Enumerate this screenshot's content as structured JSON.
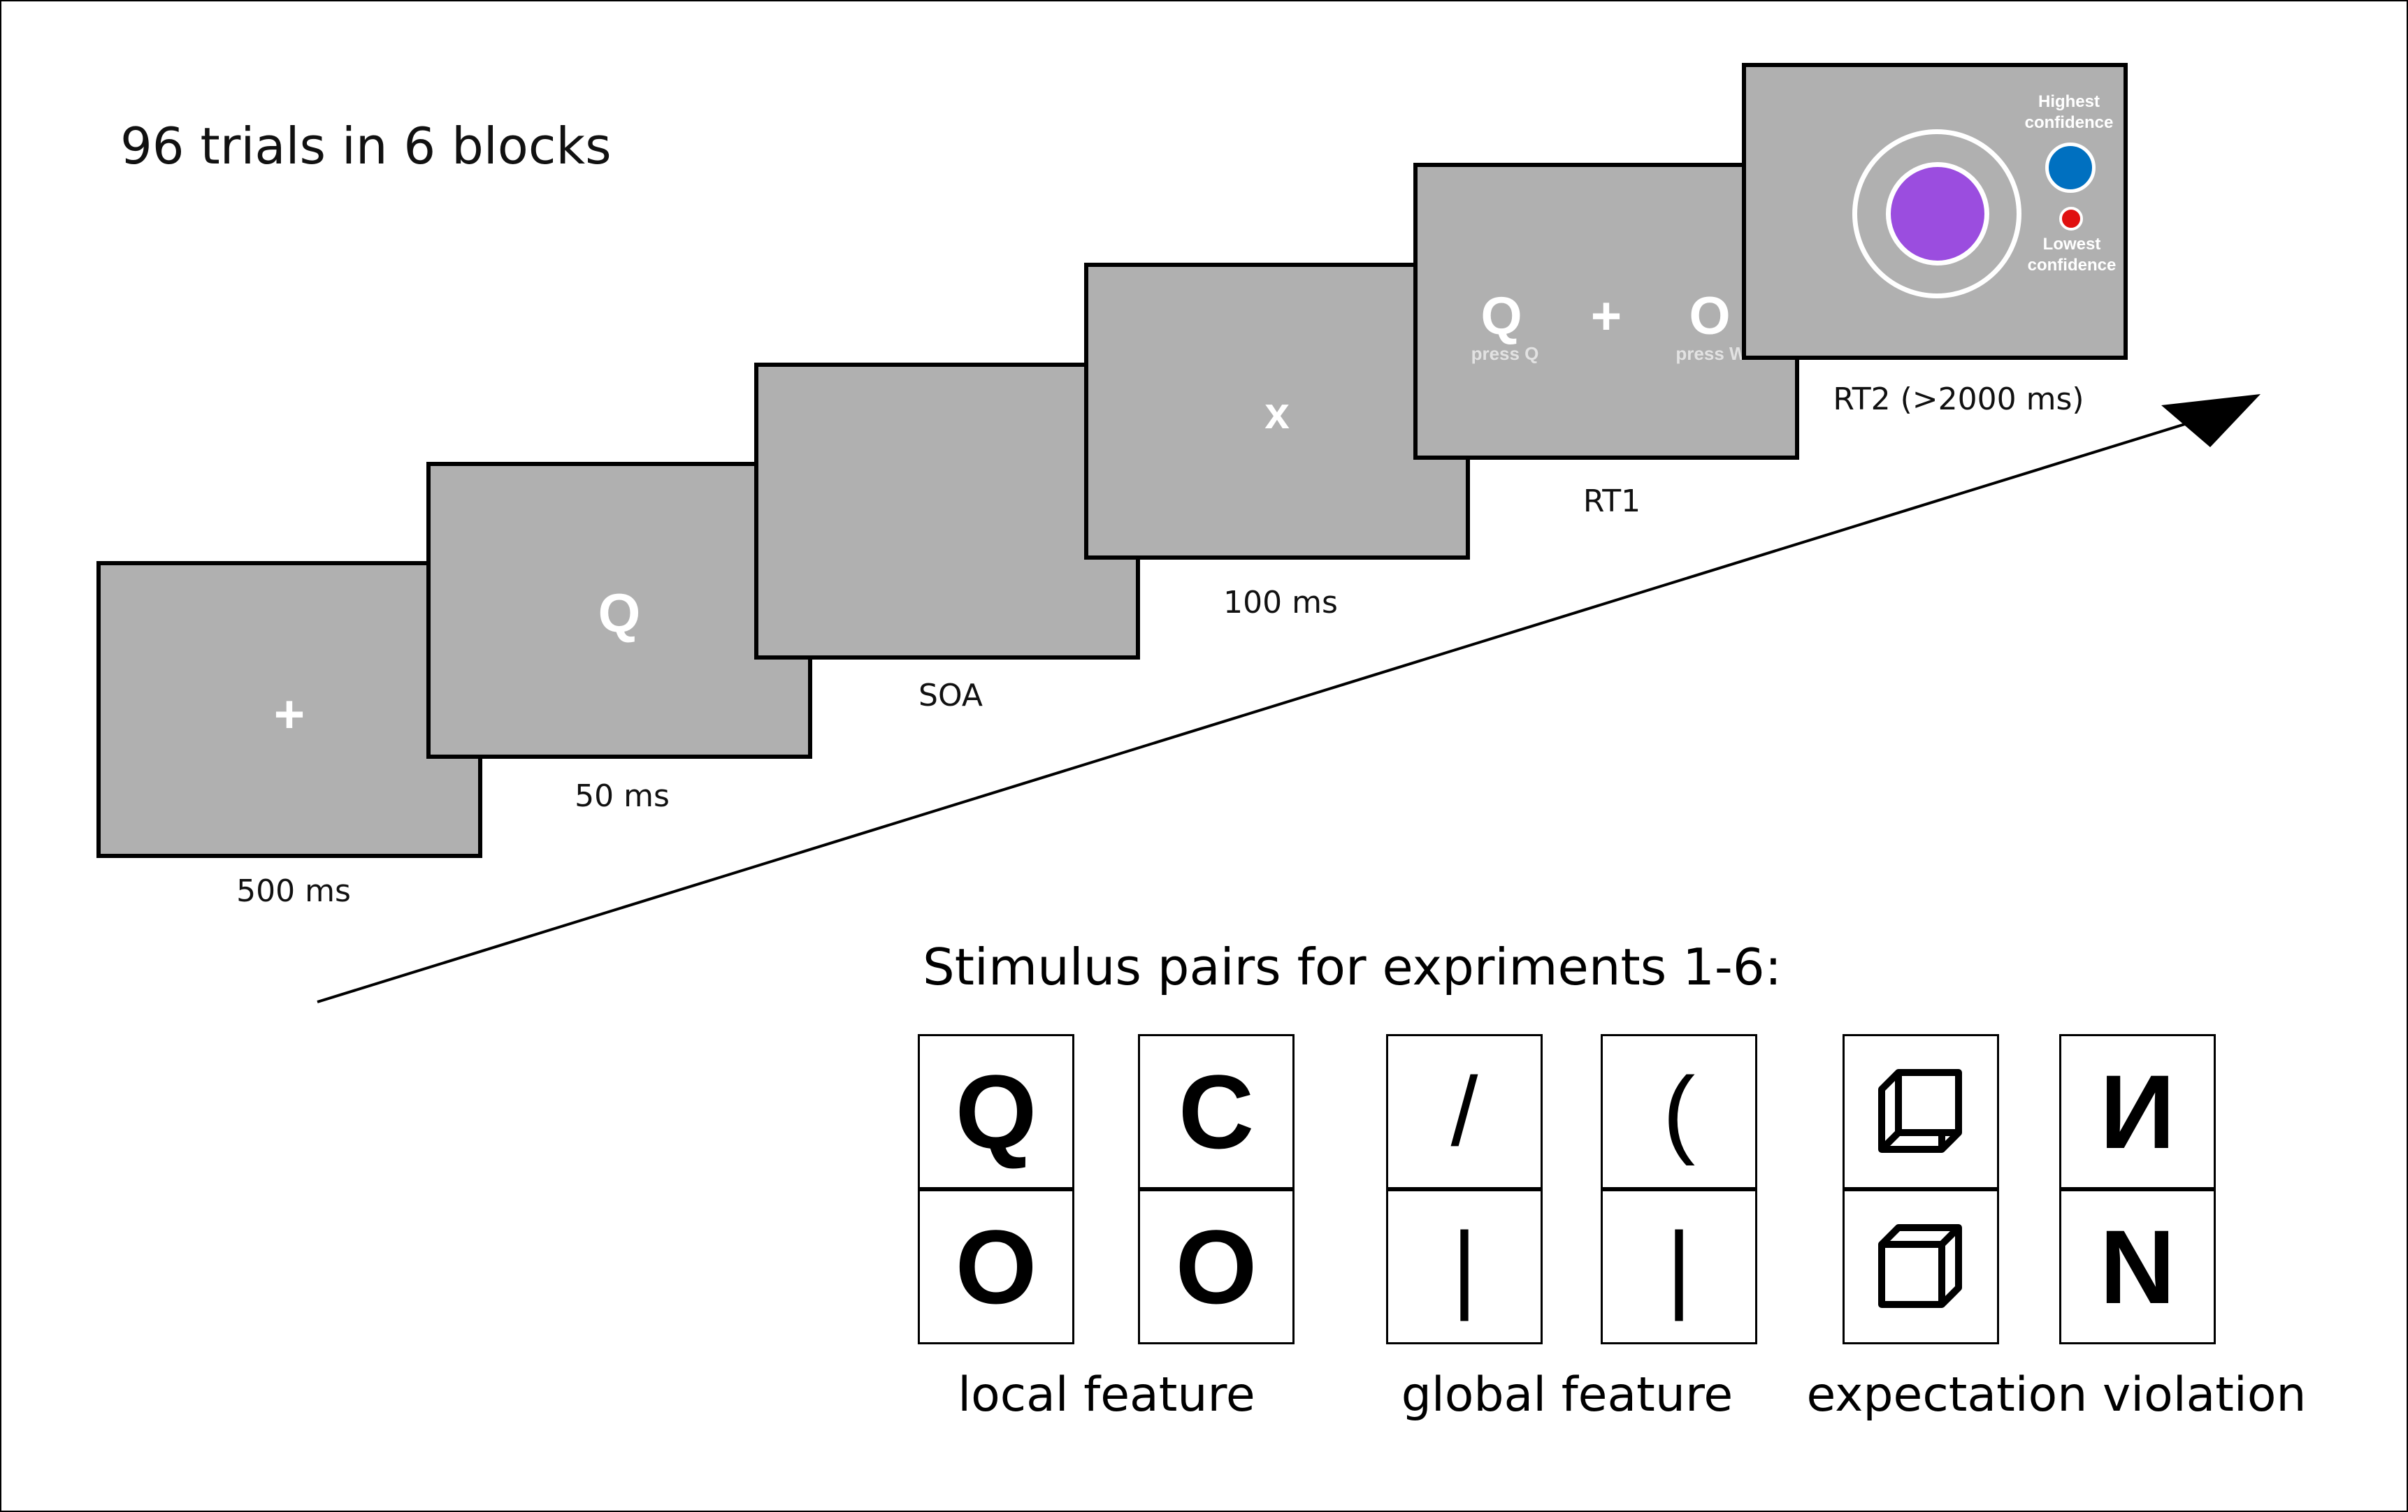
{
  "title": "96 trials in 6 blocks",
  "screens": [
    {
      "content": "+",
      "caption": "500 ms"
    },
    {
      "content": "Q",
      "caption": "50 ms"
    },
    {
      "content": "",
      "caption": "SOA"
    },
    {
      "content": "x",
      "caption": "100 ms"
    },
    {
      "left_letter": "Q",
      "center": "+",
      "right_letter": "O",
      "left_hint": "press Q",
      "right_hint": "press W",
      "caption": "RT1"
    },
    {
      "top_label": [
        "Highest",
        "confidence"
      ],
      "bottom_label": [
        "Lowest",
        "confidence"
      ],
      "caption": "RT2 (>2000 ms)"
    }
  ],
  "stimulus": {
    "heading": "Stimulus pairs for expriments 1-6:",
    "groups": [
      {
        "label": "local feature",
        "pairs": [
          [
            "Q",
            "O"
          ],
          [
            "C",
            "O"
          ]
        ]
      },
      {
        "label": "global feature",
        "pairs": [
          [
            "/",
            "|"
          ],
          [
            "(",
            "|"
          ]
        ]
      },
      {
        "label": "expectation violation",
        "pairs": [
          [
            "cube-ambiguous-icon",
            "cube-icon"
          ],
          [
            "И",
            "N"
          ]
        ]
      }
    ]
  },
  "colors": {
    "screen": "#b0b0b0",
    "confidence_dot": "#9b4ddf",
    "highest_dot": "#0070c0",
    "lowest_dot": "#e01010"
  }
}
